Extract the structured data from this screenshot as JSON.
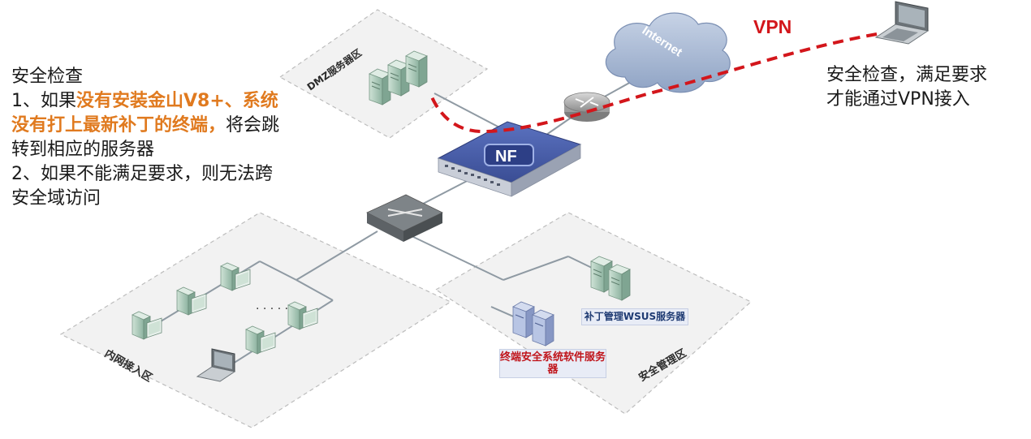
{
  "left_note": {
    "title": "安全检查",
    "item1_prefix": "1、如果",
    "item1_highlight": "没有安装金山V8+、系统没有打上最新补丁的终端，",
    "item1_suffix": "将会跳转到相应的服务器",
    "item2": "2、如果不能满足要求，则无法跨安全域访问"
  },
  "right_note": {
    "line1": "安全检查，满足要求",
    "line2": "才能通过VPN接入"
  },
  "vpn_label": "VPN",
  "internet_label": "Internet",
  "firewall_label": "NF",
  "zones": {
    "dmz": "DMZ服务器区",
    "intranet": "内网接入区",
    "security_mgmt": "安全管理区"
  },
  "wsus_label": "补丁管理WSUS服务器",
  "terminal_server_label": "终端安全系统软件服务器",
  "ellipsis": "· · · · ·",
  "colors": {
    "vpn_red": "#d3161b",
    "highlight_orange": "#e07a1f",
    "firewall_blue": "#4a5fa8",
    "server_green": "#a8c9b8"
  }
}
